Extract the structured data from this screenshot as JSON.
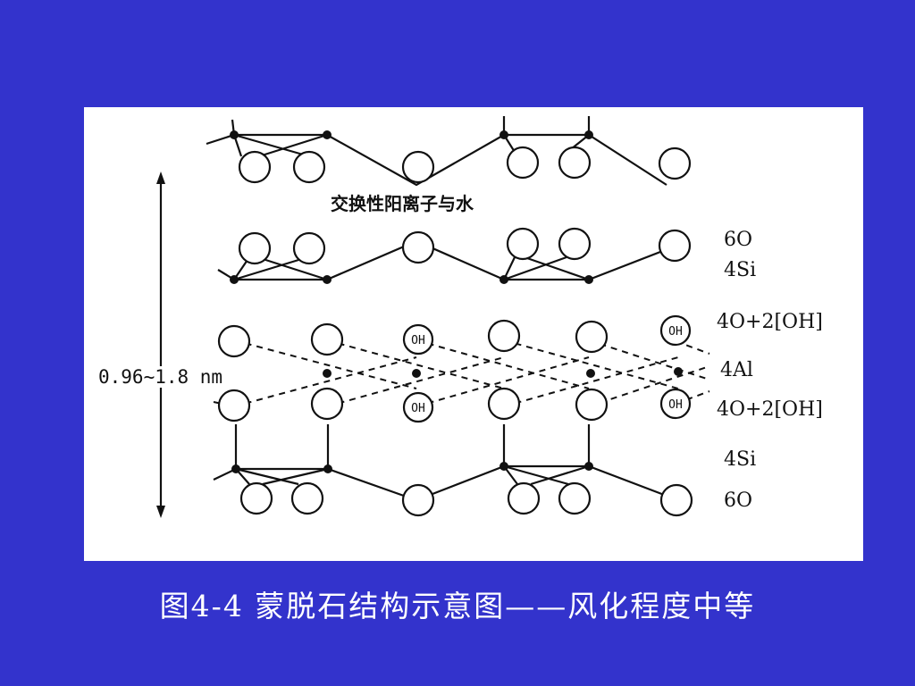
{
  "diagram": {
    "exchange_label": "交换性阳离子与水",
    "thickness_label": "0.96~1.8 nm",
    "right_labels": {
      "upper_6o": "6O",
      "upper_4si": "4Si",
      "upper_4o_oh": "4O+2[OH]",
      "al": "4Al",
      "lower_4o_oh": "4O+2[OH]",
      "lower_4si": "4Si",
      "lower_6o": "6O"
    },
    "hydroxyl_label": "OH"
  },
  "caption": "图4-4   蒙脱石结构示意图——风化程度中等"
}
